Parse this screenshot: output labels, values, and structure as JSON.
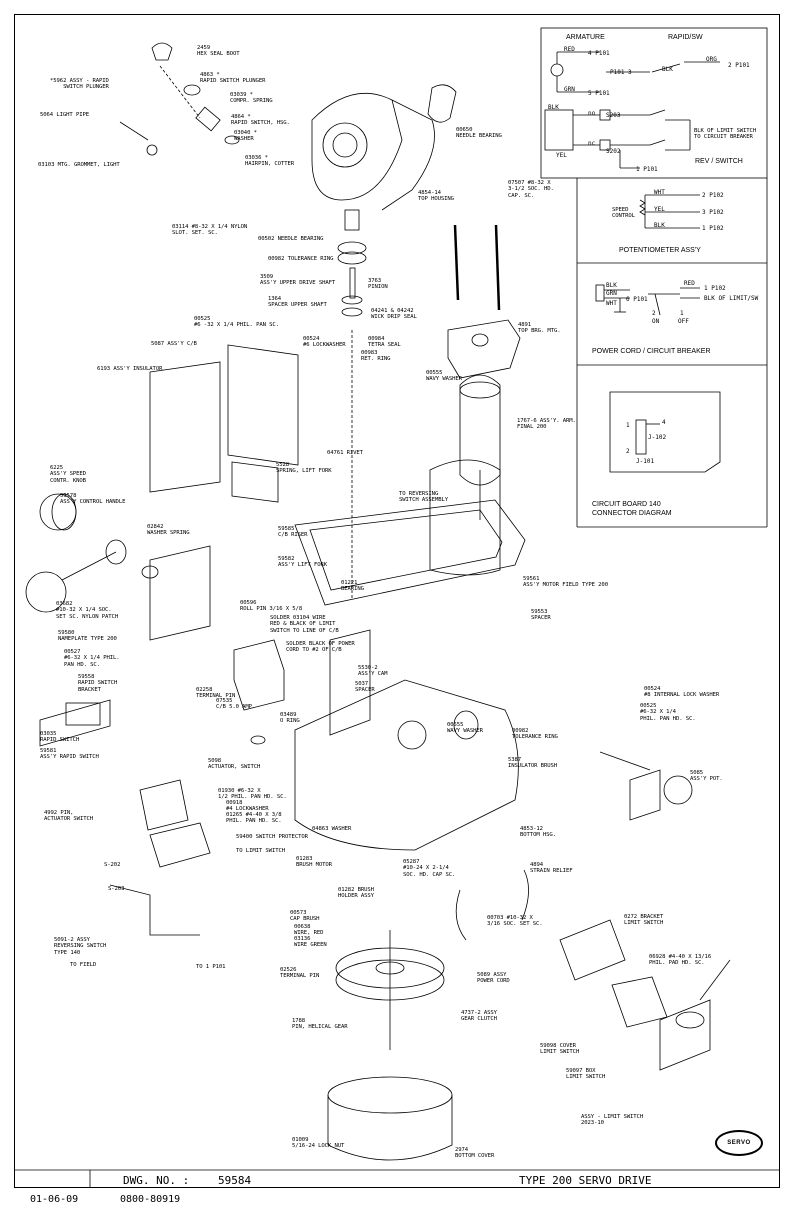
{
  "title_block": {
    "dwg_label": "DWG. NO. :",
    "dwg_number": "59584",
    "drawing_title": "TYPE 200 SERVO DRIVE",
    "date": "01-06-09",
    "doc_number": "0800-80919"
  },
  "logo_text": "SERVO",
  "schematics": {
    "armature": {
      "title": "ARMATURE",
      "wire_red": "RED",
      "wire_grn": "GRN",
      "pin_4": "4  P101",
      "pin_5": "5  P101"
    },
    "rapid_sw": {
      "title": "RAPID/SW",
      "wire_blk": "BLK",
      "wire_org": "ORG",
      "pin_2": "2  P101",
      "pin_3": "P101  3"
    },
    "rev_switch": {
      "title": "REV / SWITCH",
      "s203": "S203",
      "s202": "S202",
      "blk": "BLK",
      "yel": "YEL",
      "note": "BLK OF LIMIT SWITCH\nTO CIRCUIT BREAKER",
      "pin_1": "1  P101",
      "no": "no",
      "nc": "nc"
    },
    "potentiometer": {
      "title": "POTENTIOMETER ASS'Y",
      "speed": "SPEED\nCONTROL",
      "wht": "WHT",
      "yel": "YEL",
      "blk": "BLK",
      "p2": "2  P102",
      "p3": "3  P102",
      "p1": "1  P102"
    },
    "power_cord": {
      "title": "POWER CORD / CIRCUIT BREAKER",
      "blk": "BLK",
      "grn": "GRN",
      "wht": "WHT",
      "red": "RED",
      "p6": "6  P101",
      "p1": "1  P102",
      "limit": "BLK OF LIMIT/SW",
      "on": "ON",
      "off": "OFF",
      "n1": "1",
      "n2": "2"
    },
    "circuit_board": {
      "title": "CIRCUIT BOARD 140\nCONNECTOR DIAGRAM",
      "j102": "J-102",
      "j101": "J-101",
      "n1": "1",
      "n4": "4",
      "n2": "2"
    }
  },
  "parts": [
    {
      "id": "p2459",
      "text": "2459\nHEX SEAL BOOT"
    },
    {
      "id": "p5962",
      "text": "*5962 ASSY - RAPID\n    SWITCH PLUNGER"
    },
    {
      "id": "p4863",
      "text": "4863 *\nRAPID SWITCH PLUNGER"
    },
    {
      "id": "p03039",
      "text": "03039 *\nCOMPR. SPRING"
    },
    {
      "id": "p5064",
      "text": "5064 LIGHT PIPE"
    },
    {
      "id": "p4864",
      "text": "4864 *\nRAPID SWITCH, HSG."
    },
    {
      "id": "p03040",
      "text": "03040 *\nWASHER"
    },
    {
      "id": "p00650",
      "text": "00650\nNEEDLE BEARING"
    },
    {
      "id": "p03103",
      "text": "03103 MTG. GROMMET, LIGHT"
    },
    {
      "id": "p03036",
      "text": "03036 *\nHAIRPIN, COTTER"
    },
    {
      "id": "p4854",
      "text": "4854-14\nTOP HOUSING"
    },
    {
      "id": "p07507",
      "text": "07507 #8-32 X\n3-1/2 SOC. HD.\nCAP. SC."
    },
    {
      "id": "p03114",
      "text": "03114 #8-32 X 1/4 NYLON\nSLOT. SET. SC."
    },
    {
      "id": "p00502",
      "text": "00502 NEEDLE BEARING"
    },
    {
      "id": "p00982a",
      "text": "00982 TOLERANCE RING"
    },
    {
      "id": "p3509",
      "text": "3509\nASS'Y UPPER DRIVE SHAFT"
    },
    {
      "id": "p3763",
      "text": "3763\nPINION"
    },
    {
      "id": "p1364",
      "text": "1364\nSPACER UPPER SHAFT"
    },
    {
      "id": "p00525a",
      "text": "00525\n#6 -32 X 1/4 PHIL. PAN SC."
    },
    {
      "id": "p04241",
      "text": "04241 & 04242\nWICK DRIP SEAL"
    },
    {
      "id": "p4891",
      "text": "4891\nTOP BRG. MTG."
    },
    {
      "id": "p00524a",
      "text": "00524\n#6 LOCKWASHER"
    },
    {
      "id": "p00984",
      "text": "00984\nTETRA SEAL"
    },
    {
      "id": "p5087",
      "text": "5087 ASS'Y C/B"
    },
    {
      "id": "p00983",
      "text": "00983\nRET. RING"
    },
    {
      "id": "p6193",
      "text": "6193 ASS'Y INSULATOR"
    },
    {
      "id": "p00555a",
      "text": "00555\nWAVY WASHER"
    },
    {
      "id": "p1767",
      "text": "1767-6 ASS'Y. ARM.\nFINAL 200"
    },
    {
      "id": "p04761",
      "text": "04761 RIVET"
    },
    {
      "id": "p5528",
      "text": "5528\nSPRING, LIFT FORK"
    },
    {
      "id": "p6225",
      "text": "6225\nASS'Y SPEED\nCONTR. KNOB"
    },
    {
      "id": "ptorev",
      "text": "TO REVERSING\nSWITCH ASSEMBLY"
    },
    {
      "id": "p59578",
      "text": "59578\nASS'Y CONTROL HANDLE"
    },
    {
      "id": "p02842",
      "text": "02842\nWASHER SPRING"
    },
    {
      "id": "p59585",
      "text": "59585\nC/B RISER"
    },
    {
      "id": "p59582",
      "text": "59582\nASS'Y LIFT FORK"
    },
    {
      "id": "p59561",
      "text": "59561\nASS'Y MOTOR FIELD TYPE 200"
    },
    {
      "id": "p03682",
      "text": "03682\n#10-32 X 1/4 SOC.\nSET SC. NYLON PATCH"
    },
    {
      "id": "p00596",
      "text": "00596\nROLL PIN 3/16 X 5/8"
    },
    {
      "id": "p01221",
      "text": "01221\nBEARING"
    },
    {
      "id": "p59553",
      "text": "59553\nSPACER"
    },
    {
      "id": "p59580",
      "text": "59580\nNAMEPLATE TYPE 200"
    },
    {
      "id": "psolder1",
      "text": "SOLDER 03104 WIRE\nRED & BLACK OF LIMIT\nSWITCH TO LINE OF C/B"
    },
    {
      "id": "psolder2",
      "text": "SOLDER BLACK OF POWER\nCORD TO #2 OF C/B"
    },
    {
      "id": "p00527",
      "text": "00527\n#6-32 X 1/4 PHIL.\nPAN HD. SC."
    },
    {
      "id": "p59558",
      "text": "59558\nRAPID SWITCH\nBRACKET"
    },
    {
      "id": "p02258",
      "text": "02258\nTERMINAL PIN"
    },
    {
      "id": "p5530",
      "text": "5530-2\nASS'Y CAM"
    },
    {
      "id": "p5037",
      "text": "5037\nSPACER"
    },
    {
      "id": "p00524b",
      "text": "00524\n#8 INTERNAL LOCK WASHER"
    },
    {
      "id": "p00525b",
      "text": "00525\n#6-32 X 1/4\nPHIL. PAN HD. SC."
    },
    {
      "id": "p07535",
      "text": "07535\nC/B 5.0 AMP."
    },
    {
      "id": "p03489",
      "text": "03489\nO RING"
    },
    {
      "id": "p00555b",
      "text": "00555\nWAVY WASHER"
    },
    {
      "id": "p03035",
      "text": "03035\nRAPID SWITCH"
    },
    {
      "id": "p00982b",
      "text": "00982\nTOLERANCE RING"
    },
    {
      "id": "p59581",
      "text": "59581\nASS'Y RAPID SWITCH"
    },
    {
      "id": "p5098",
      "text": "5098\nACTUATOR, SWITCH"
    },
    {
      "id": "p5387",
      "text": "5387\nINSULATOR BRUSH"
    },
    {
      "id": "p5085",
      "text": "5085\nASS'Y POT."
    },
    {
      "id": "p01930",
      "text": "01930 #6-32 X\n1/2 PHIL. PAN HD. SC."
    },
    {
      "id": "p00918",
      "text": "00918\n#4 LOCKWASHER"
    },
    {
      "id": "p01265",
      "text": "01265 #4-40 X 3/8\nPHIL. PAN HD. SC."
    },
    {
      "id": "p4992",
      "text": "4992 PIN,\nACTUATOR SWITCH"
    },
    {
      "id": "p4853",
      "text": "4853-12\nBOTTOM HSG."
    },
    {
      "id": "p04863",
      "text": "04863 WASHER"
    },
    {
      "id": "p59400",
      "text": "59400 SWITCH PROTECTOR"
    },
    {
      "id": "ptolimit",
      "text": "TO LIMIT SWITCH"
    },
    {
      "id": "p01283",
      "text": "01283\nBRUSH MOTOR"
    },
    {
      "id": "p05287",
      "text": "05287\n#10-24 X 2-1/4\nSOC. HD. CAP SC."
    },
    {
      "id": "p4894",
      "text": "4894\nSTRAIN RELIEF"
    },
    {
      "id": "ps202",
      "text": "S-202"
    },
    {
      "id": "ps203",
      "text": "S-203"
    },
    {
      "id": "p01282",
      "text": "01282 BRUSH\nHOLDER ASSY"
    },
    {
      "id": "p00573",
      "text": "00573\nCAP BRUSH"
    },
    {
      "id": "p00638",
      "text": "00638\nWIRE, RED"
    },
    {
      "id": "p03136",
      "text": "03136\nWIRE GREEN"
    },
    {
      "id": "p00703",
      "text": "00703 #10-32 X\n3/16 SOC. SET SC."
    },
    {
      "id": "p0272",
      "text": "0272 BRACKET\nLIMIT SWITCH"
    },
    {
      "id": "p5091",
      "text": "5091-2 ASSY\nREVERSING SWITCH\nTYPE 140"
    },
    {
      "id": "p06928",
      "text": "06928 #4-40 X 13/16\nPHIL. PAD HD. SC."
    },
    {
      "id": "ptofield",
      "text": "TO FIELD"
    },
    {
      "id": "pto1p101",
      "text": "TO 1 P101"
    },
    {
      "id": "p02526",
      "text": "02526\nTERMINAL PIN"
    },
    {
      "id": "p5089",
      "text": "5089 ASSY\nPOWER CORD"
    },
    {
      "id": "p1788",
      "text": "1788\nPIN, HELICAL GEAR"
    },
    {
      "id": "p4737",
      "text": "4737-2 ASSY\nGEAR CLUTCH"
    },
    {
      "id": "p59098",
      "text": "59098 COVER\nLIMIT SWITCH"
    },
    {
      "id": "p59097",
      "text": "59097 BOX\nLIMIT SWITCH"
    },
    {
      "id": "passlimit",
      "text": "ASSY - LIMIT SWITCH\n2023-10"
    },
    {
      "id": "p01009",
      "text": "01009\n5/16-24 LOCK NUT"
    },
    {
      "id": "p2974",
      "text": "2974\nBOTTOM COVER"
    }
  ]
}
